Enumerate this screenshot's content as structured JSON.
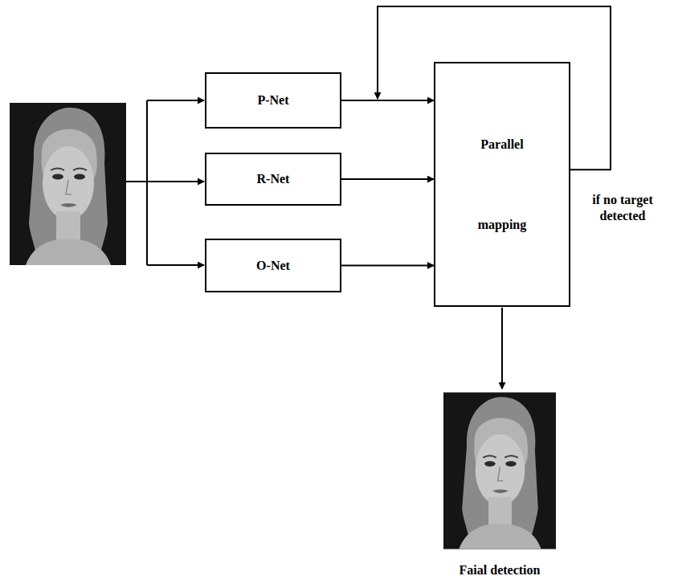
{
  "diagram": {
    "nodes": [
      {
        "text": [
          "P-Net"
        ]
      },
      {
        "text": [
          "R-Net"
        ]
      },
      {
        "text": [
          "O-Net"
        ]
      },
      {
        "text": [
          "Parallel mapping"
        ]
      }
    ],
    "edges": [
      {
        "from": 0,
        "to": 3,
        "arrow": "to"
      },
      {
        "from": 1,
        "to": 3,
        "arrow": "to"
      },
      {
        "from": 2,
        "to": 3,
        "arrow": "to"
      },
      {
        "from": 3,
        "to": 3,
        "arrow": "to",
        "label": "if no target detected"
      }
    ],
    "labels": [
      "Faial detection"
    ]
  }
}
